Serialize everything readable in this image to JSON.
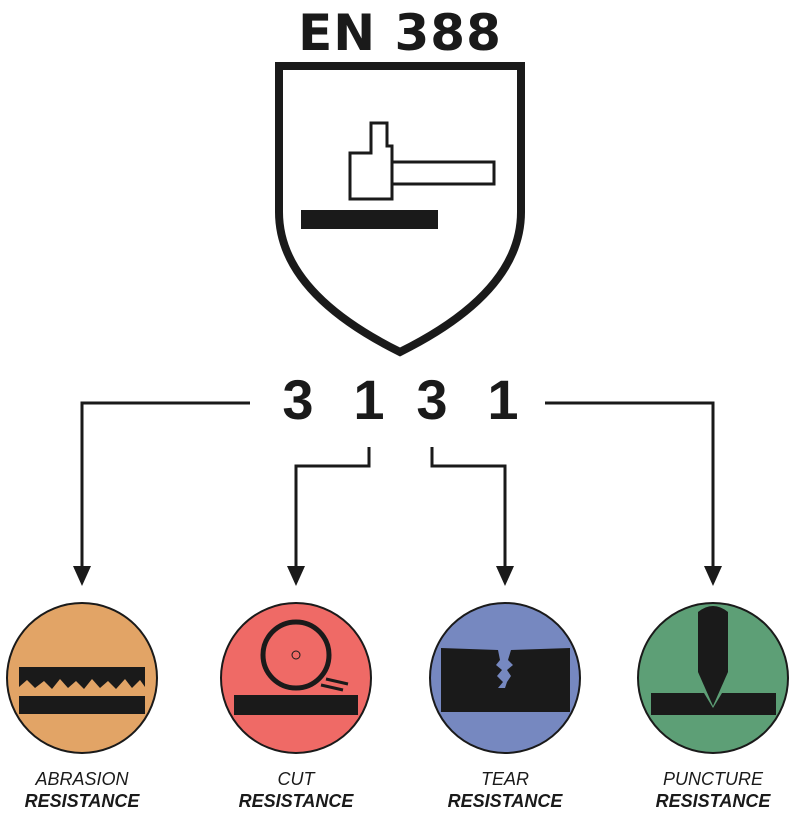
{
  "title": "EN 388",
  "ratings": [
    "3",
    "1",
    "3",
    "1"
  ],
  "categories": [
    {
      "line1": "ABRASION",
      "line2": "RESISTANCE",
      "color": "#e2a466",
      "icon": "abrasion-icon"
    },
    {
      "line1": "CUT",
      "line2": "RESISTANCE",
      "color": "#ef6a66",
      "icon": "cut-icon"
    },
    {
      "line1": "TEAR",
      "line2": "RESISTANCE",
      "color": "#7688c0",
      "icon": "tear-icon"
    },
    {
      "line1": "PUNCTURE",
      "line2": "RESISTANCE",
      "color": "#5d9f76",
      "icon": "puncture-icon"
    }
  ],
  "colors": {
    "ink": "#1a1a1a",
    "background": "#ffffff"
  }
}
